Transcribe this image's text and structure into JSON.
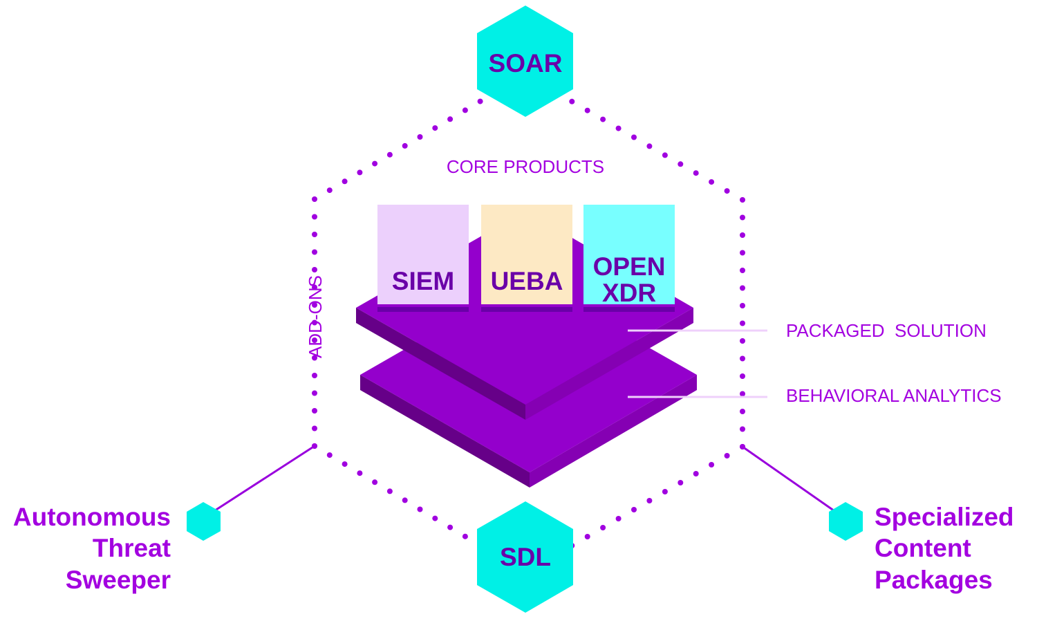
{
  "colors": {
    "accent_purple": "#9900cc",
    "dot_purple": "#a000e0",
    "text_purple": "#6a00a8",
    "label_purple": "#a300e0",
    "hex_cyan": "#00f0e6",
    "plate_top": "#9400cc",
    "plate_left": "#660088",
    "plate_right": "#8500b3",
    "siem_fill": "#ecd0fc",
    "ueba_fill": "#fde9c4",
    "xdr_fill": "#78ffff",
    "leader_line": "#efd0fb"
  },
  "center_hexagons": {
    "top": {
      "label": "SOAR"
    },
    "bottom": {
      "label": "SDL"
    }
  },
  "section_labels": {
    "core_products": "CORE PRODUCTS",
    "add_ons": "ADD-ONS"
  },
  "core_products": [
    {
      "lines": [
        "SIEM"
      ]
    },
    {
      "lines": [
        "UEBA"
      ]
    },
    {
      "lines": [
        "OPEN",
        "XDR"
      ]
    }
  ],
  "layers": [
    {
      "label": "PACKAGED  SOLUTION"
    },
    {
      "label": "BEHAVIORAL ANALYTICS"
    }
  ],
  "add_ons": {
    "left": {
      "lines": [
        "Autonomous",
        "Threat",
        "Sweeper"
      ]
    },
    "right": {
      "lines": [
        "Specialized",
        "Content",
        "Packages"
      ]
    }
  }
}
